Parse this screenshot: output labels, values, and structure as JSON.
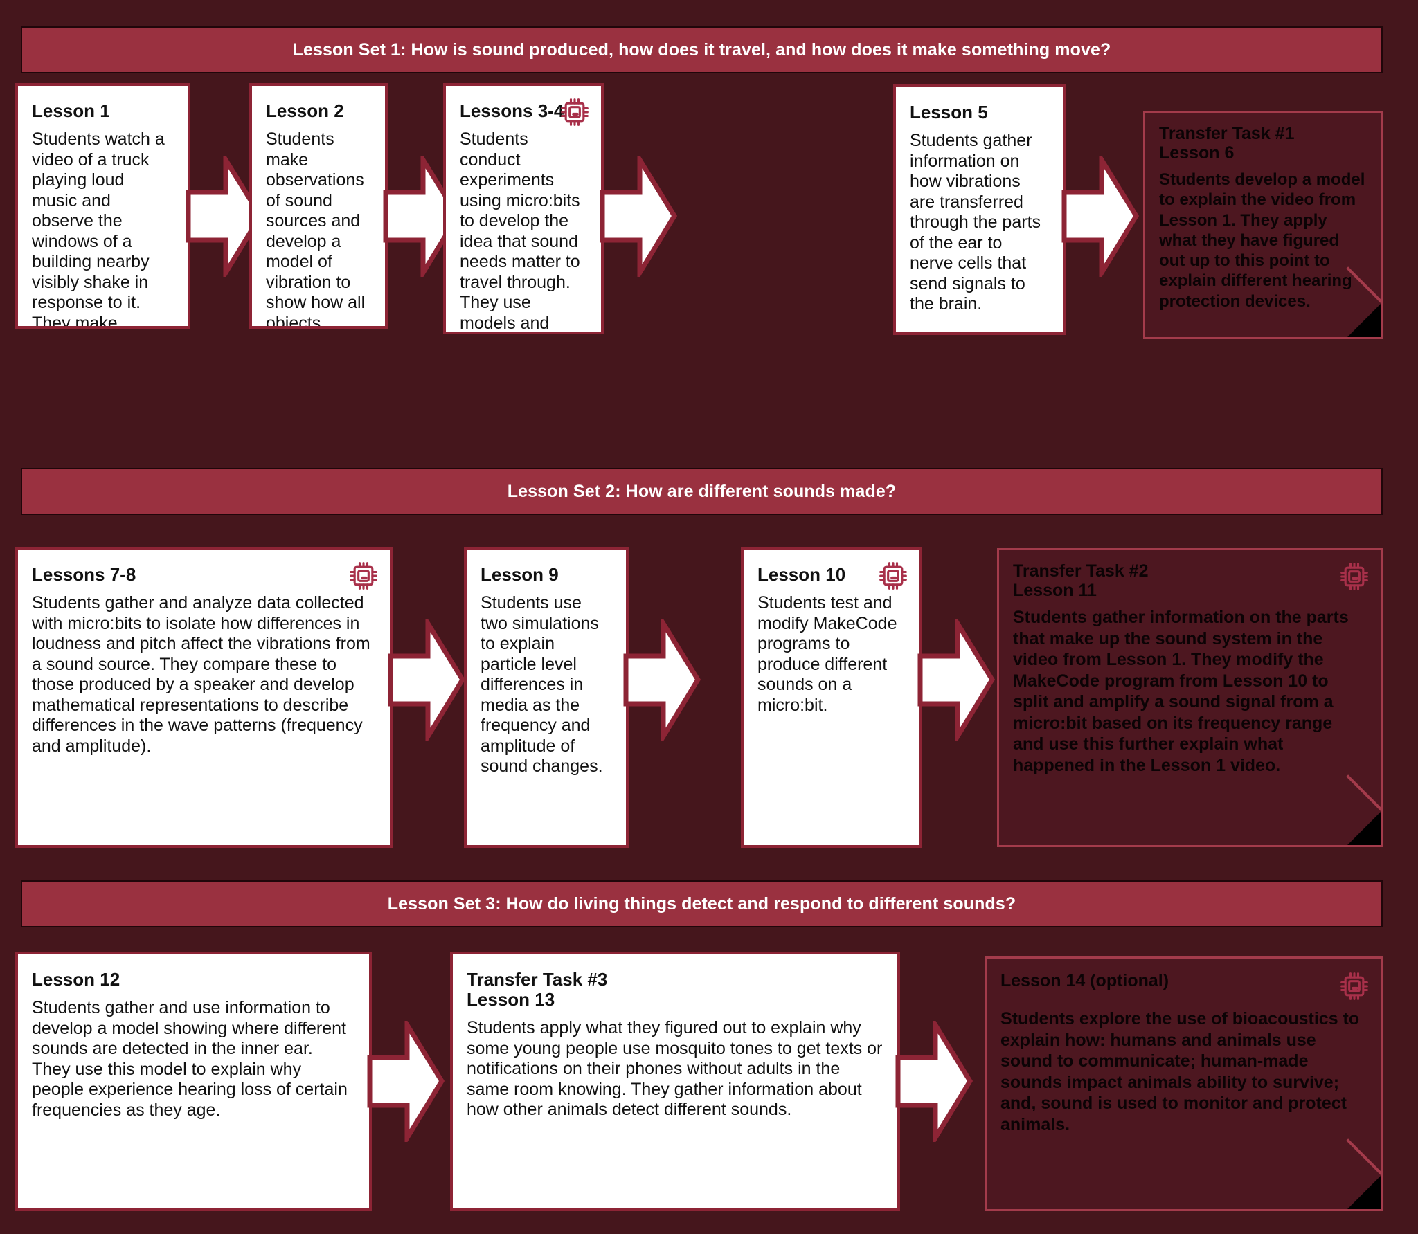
{
  "colors": {
    "background": "#45161c",
    "banner": "#9a3140",
    "card_border": "#8d2435",
    "card_white": "#ffffff",
    "card_dark": "#4d1720",
    "dark_card_border": "#a33b4b",
    "icon": "#a8304a",
    "arrow_fill": "#ffffff",
    "arrow_stroke": "#8d2435",
    "fold": "#000000"
  },
  "icons": {
    "microbit": "microchip-icon",
    "arrow": "arrow-right-icon",
    "fold": "page-fold-corner"
  },
  "lesson_sets": [
    {
      "id": "set-1",
      "banner": "Lesson Set 1: How is sound produced, how does it travel, and how does it make something move?",
      "cards": [
        {
          "id": "lesson-1",
          "title": "Lesson 1",
          "body": "Students watch a video of a truck playing loud music and observe the windows of a building nearby visibly shake in response to it. They make observations of a speaker playing the same music in the classroom.",
          "style": "white",
          "chip": false,
          "fold": false
        },
        {
          "id": "lesson-2",
          "title": "Lesson 2",
          "body": "Students make observations of sound sources and develop a model of vibration to show how all objects deform when they make a sound.",
          "style": "white",
          "chip": false,
          "fold": false
        },
        {
          "id": "lessons-3-4",
          "title": "Lessons 3-4",
          "body": "Students conduct experiments using micro:bits to develop the idea that sound needs matter to travel through. They use models and simulations to explain sound traveling at a particle level.",
          "style": "white",
          "chip": true,
          "fold": false
        },
        {
          "id": "lesson-5",
          "title": "Lesson 5",
          "body": "Students gather information on how vibrations are transferred through the parts of the ear to nerve cells that send signals to the brain.",
          "style": "white",
          "chip": false,
          "fold": false
        },
        {
          "id": "transfer-task-1",
          "title": "Transfer Task #1\nLesson 6",
          "body": "Students develop a model to explain the video from Lesson 1. They apply what they have figured out up to this point to explain different hearing protection devices.",
          "style": "dark",
          "chip": false,
          "fold": true
        }
      ]
    },
    {
      "id": "set-2",
      "banner": "Lesson Set 2:  How are different sounds made?",
      "cards": [
        {
          "id": "lessons-7-8",
          "title": "Lessons 7-8",
          "body": "Students gather and analyze data collected with micro:bits to isolate how differences in loudness and pitch affect the vibrations from a sound source. They compare these to those produced by a speaker and develop mathematical representations to describe differences in the wave patterns (frequency and amplitude).",
          "style": "white",
          "chip": true,
          "fold": false
        },
        {
          "id": "lesson-9",
          "title": "Lesson 9",
          "body": "Students use two simulations to explain particle level differences in media as the frequency and amplitude of sound changes.",
          "style": "white",
          "chip": false,
          "fold": false
        },
        {
          "id": "lesson-10",
          "title": "Lesson 10",
          "body": "Students test and modify MakeCode programs to produce different sounds on a micro:bit.",
          "style": "white",
          "chip": true,
          "fold": false
        },
        {
          "id": "transfer-task-2",
          "title": "Transfer Task #2\nLesson 11",
          "body": "Students gather information on the parts that make up the sound system in the video from Lesson 1. They modify the MakeCode program from Lesson 10 to split and amplify a sound signal from a micro:bit based on its frequency range and use this further explain what happened in the Lesson 1 video.",
          "style": "dark",
          "chip": true,
          "fold": true
        }
      ]
    },
    {
      "id": "set-3",
      "banner": "Lesson Set 3: How do living things detect and respond to different sounds?",
      "cards": [
        {
          "id": "lesson-12",
          "title": "Lesson 12",
          "body": "Students gather and use information to develop a model showing  where different sounds are detected in the inner ear. They use this model to explain why people experience hearing loss of certain frequencies as they age.",
          "style": "white",
          "chip": false,
          "fold": false
        },
        {
          "id": "transfer-task-3",
          "title": "Transfer Task #3\nLesson 13",
          "body": "Students apply what they figured out to explain why some young people use mosquito tones to get texts or notifications on their phones without adults in the same room knowing. They gather information about how other animals detect different sounds.",
          "style": "white",
          "chip": false,
          "fold": false
        },
        {
          "id": "lesson-14",
          "title": "Lesson 14 (optional)",
          "body": "Students explore the use of bioacoustics to explain how: humans and animals use sound to communicate; human-made sounds impact animals ability to survive; and, sound is used to monitor and protect animals.",
          "style": "dark",
          "chip": true,
          "fold": true
        }
      ]
    }
  ]
}
